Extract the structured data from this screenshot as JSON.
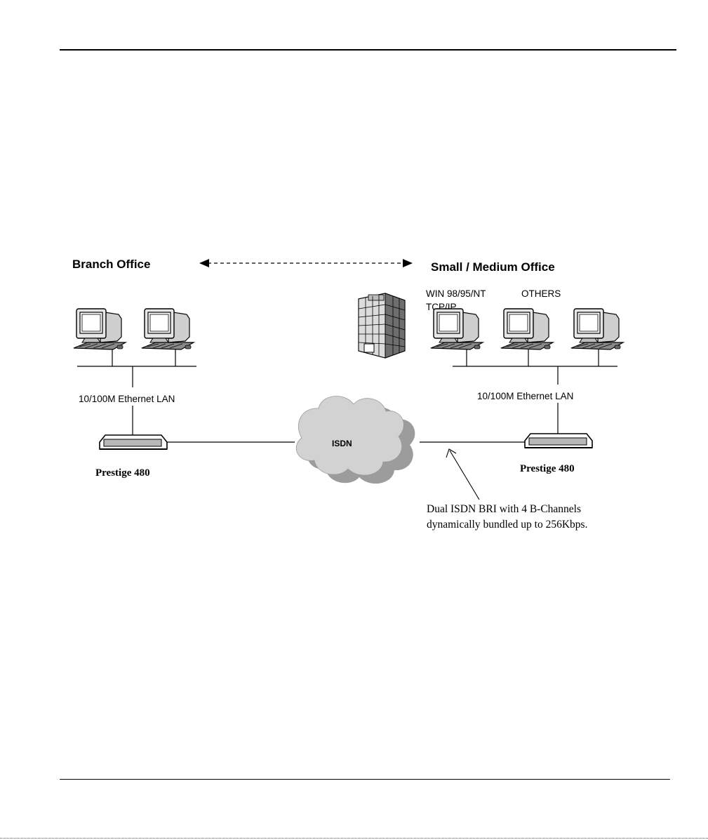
{
  "diagram": {
    "branch_office": "Branch Office",
    "small_medium_office": "Small / Medium Office",
    "os_label_line1": "WIN 98/95/NT",
    "os_label_line2": "TCP/IP",
    "others_label": "OTHERS",
    "lan_left": "10/100M Ethernet LAN",
    "lan_right": "10/100M Ethernet LAN",
    "cloud_label": "ISDN",
    "router_left": "Prestige 480",
    "router_right": "Prestige 480",
    "note_line1": "Dual ISDN  BRI with 4 B-Channels",
    "note_line2": "dynamically bundled up to 256Kbps."
  }
}
